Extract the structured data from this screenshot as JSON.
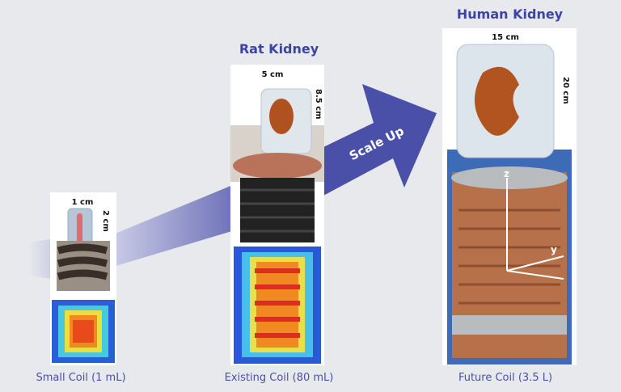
{
  "arrow": {
    "label": "Scale Up",
    "color": "#4a4fa8"
  },
  "stages": [
    {
      "title": "",
      "caption": "Small Coil (1 mL)",
      "width_dim": "1 cm",
      "height_dim": "2 cm"
    },
    {
      "title": "Rat Kidney",
      "caption": "Existing Coil (80 mL)",
      "width_dim": "5 cm",
      "height_dim": "8.5 cm"
    },
    {
      "title": "Human Kidney",
      "caption": "Future Coil (3.5 L)",
      "width_dim": "15 cm",
      "height_dim": "20 cm",
      "axes": [
        "z",
        "y"
      ]
    }
  ]
}
